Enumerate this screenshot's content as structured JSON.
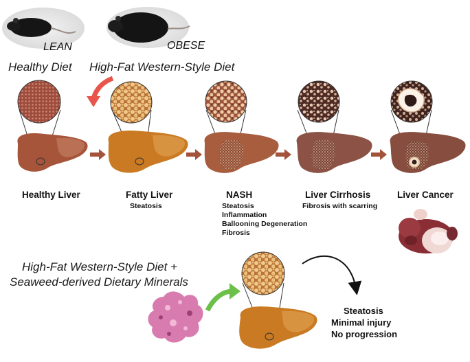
{
  "mice": {
    "lean_label": "LEAN",
    "obese_label": "OBESE"
  },
  "diets": {
    "healthy": "Healthy Diet",
    "high_fat": "High-Fat Western-Style Diet",
    "treatment_line1": "High-Fat Western-Style Diet +",
    "treatment_line2": "Seaweed-derived Dietary Minerals"
  },
  "stages": [
    {
      "title": "Healthy Liver",
      "details": []
    },
    {
      "title": "Fatty Liver",
      "details": [
        "Steatosis"
      ]
    },
    {
      "title": "NASH",
      "details": [
        "Steatosis",
        "Inflammation",
        "Ballooning Degeneration",
        "Fibrosis"
      ]
    },
    {
      "title": "Liver Cirrhosis",
      "details": [
        "Fibrosis with scarring"
      ]
    },
    {
      "title": "Liver Cancer",
      "details": []
    }
  ],
  "outcome": [
    "Steatosis",
    "Minimal injury",
    "No progression"
  ],
  "colors": {
    "healthy_liver": "#a6543a",
    "fatty_liver": "#c97a22",
    "nash_liver": "#a85e3e",
    "cirrhosis_liver": "#8c5246",
    "cancer_liver": "#874d3e",
    "stage_arrow": "#a3533a",
    "red_arrow": "#e8554a",
    "green_arrow": "#6cc04a"
  }
}
